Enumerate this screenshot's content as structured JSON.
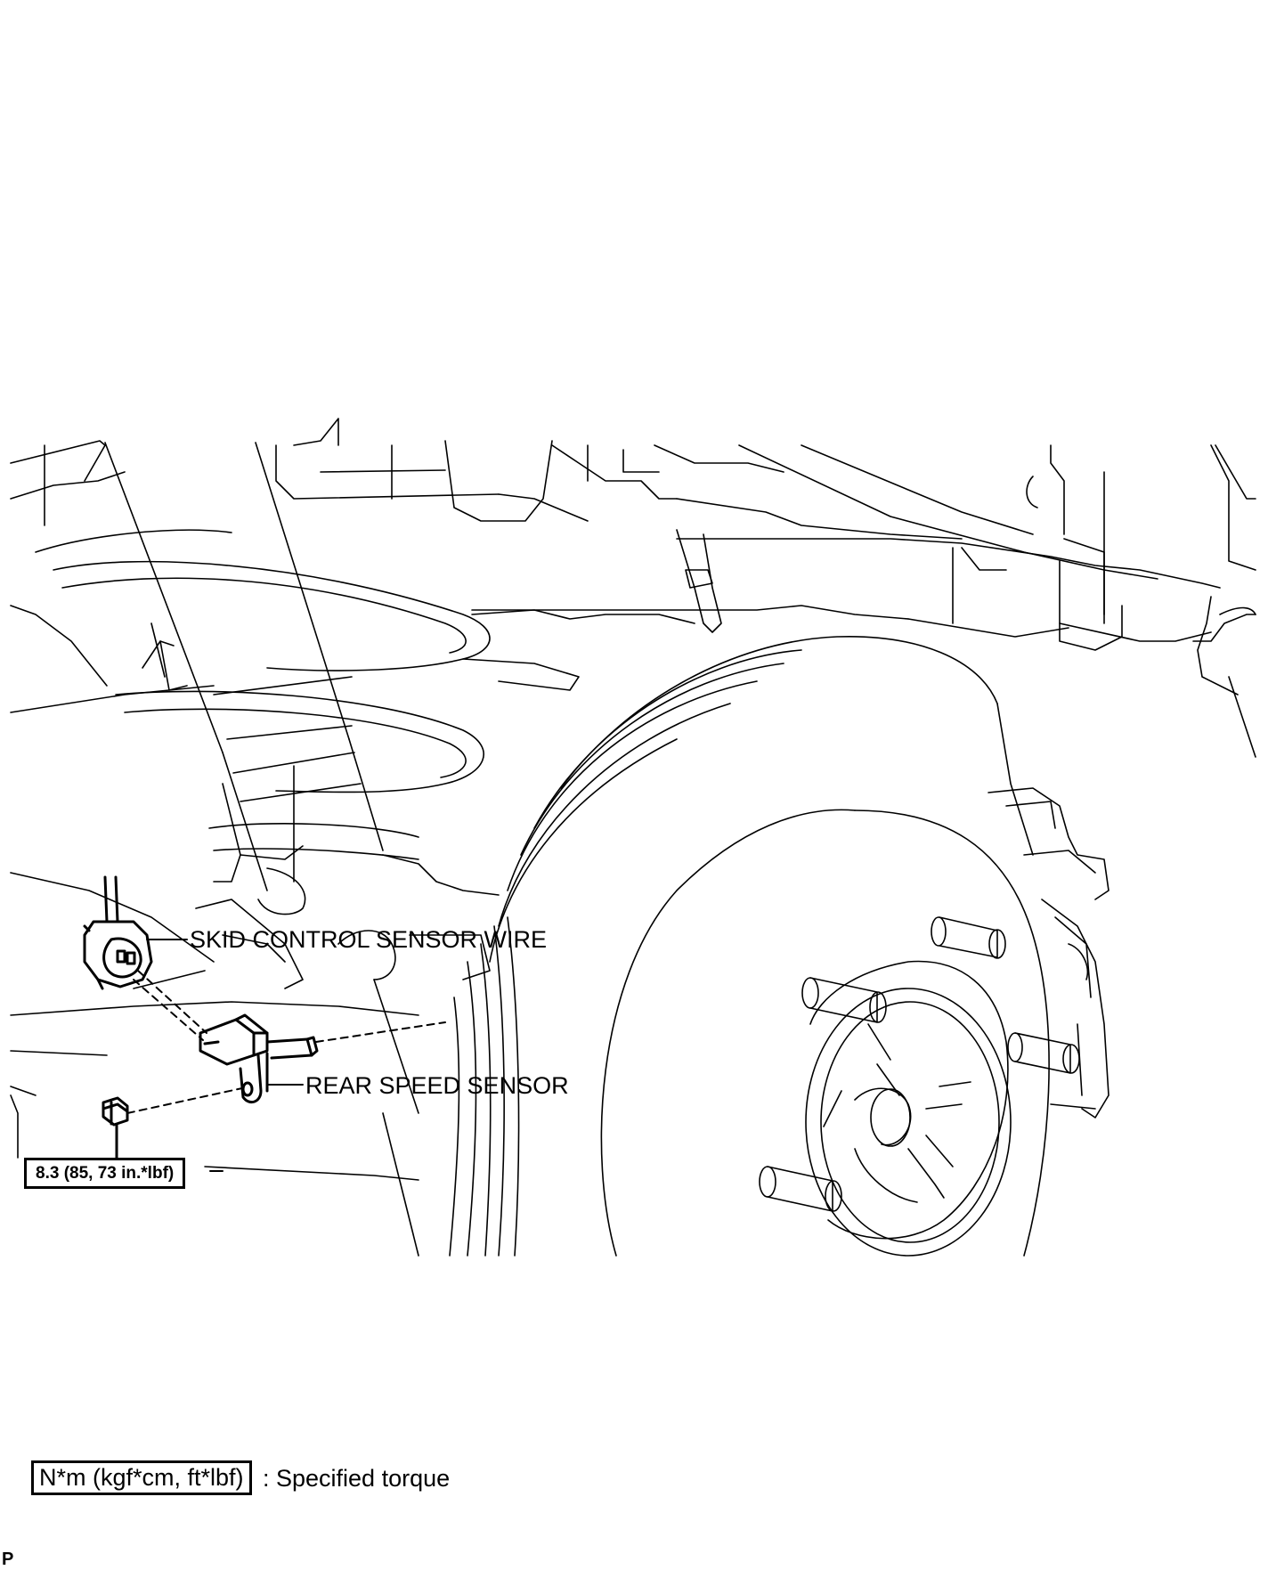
{
  "callouts": {
    "skid_control_sensor_wire": "SKID CONTROL SENSOR WIRE",
    "rear_speed_sensor": "REAR SPEED SENSOR"
  },
  "torque": {
    "value_label": "8.3 (85, 73 in.*lbf)"
  },
  "legend": {
    "unit_box": "N*m (kgf*cm, ft*lbf)",
    "description": ": Specified torque"
  },
  "corner_mark": "P"
}
